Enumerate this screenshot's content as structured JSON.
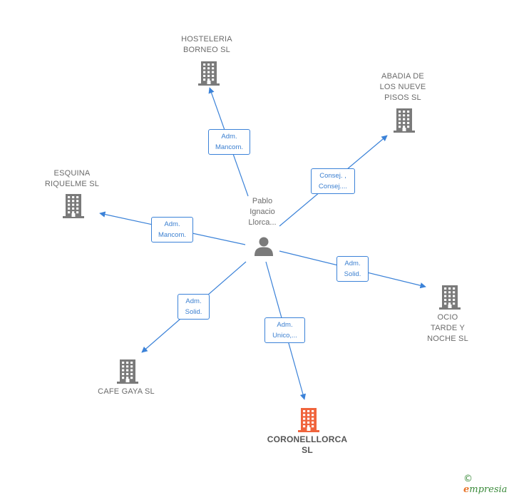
{
  "person": {
    "label": "Pablo\nIgnacio\nLlorca..."
  },
  "companies": [
    {
      "id": "hosteleria",
      "label": "HOSTELERIA\nBORNEO  SL"
    },
    {
      "id": "abadia",
      "label": "ABADIA DE\nLOS NUEVE\nPISOS SL"
    },
    {
      "id": "esquina",
      "label": "ESQUINA\nRIQUELME SL"
    },
    {
      "id": "ocio",
      "label": "OCIO\nTARDE Y\nNOCHE  SL"
    },
    {
      "id": "cafe",
      "label": "CAFE GAYA SL"
    },
    {
      "id": "coronel",
      "label": "CORONELLLORCA\nSL"
    }
  ],
  "relations": [
    {
      "id": "hosteleria",
      "label": "Adm.\nMancom."
    },
    {
      "id": "abadia",
      "label": "Consej. ,\nConsej...."
    },
    {
      "id": "esquina",
      "label": "Adm.\nMancom."
    },
    {
      "id": "ocio",
      "label": "Adm.\nSolid."
    },
    {
      "id": "cafe",
      "label": "Adm.\nSolid."
    },
    {
      "id": "coronel",
      "label": "Adm.\nUnico,..."
    }
  ],
  "colors": {
    "edge": "#3b82d8",
    "building": "#7a7a7a",
    "highlight": "#f0643c",
    "person": "#7a7a7a"
  },
  "icons": {
    "company": "building-icon",
    "person": "person-icon"
  },
  "footer": {
    "copyright": "©",
    "brand_first": "e",
    "brand_rest": "mpresia"
  }
}
